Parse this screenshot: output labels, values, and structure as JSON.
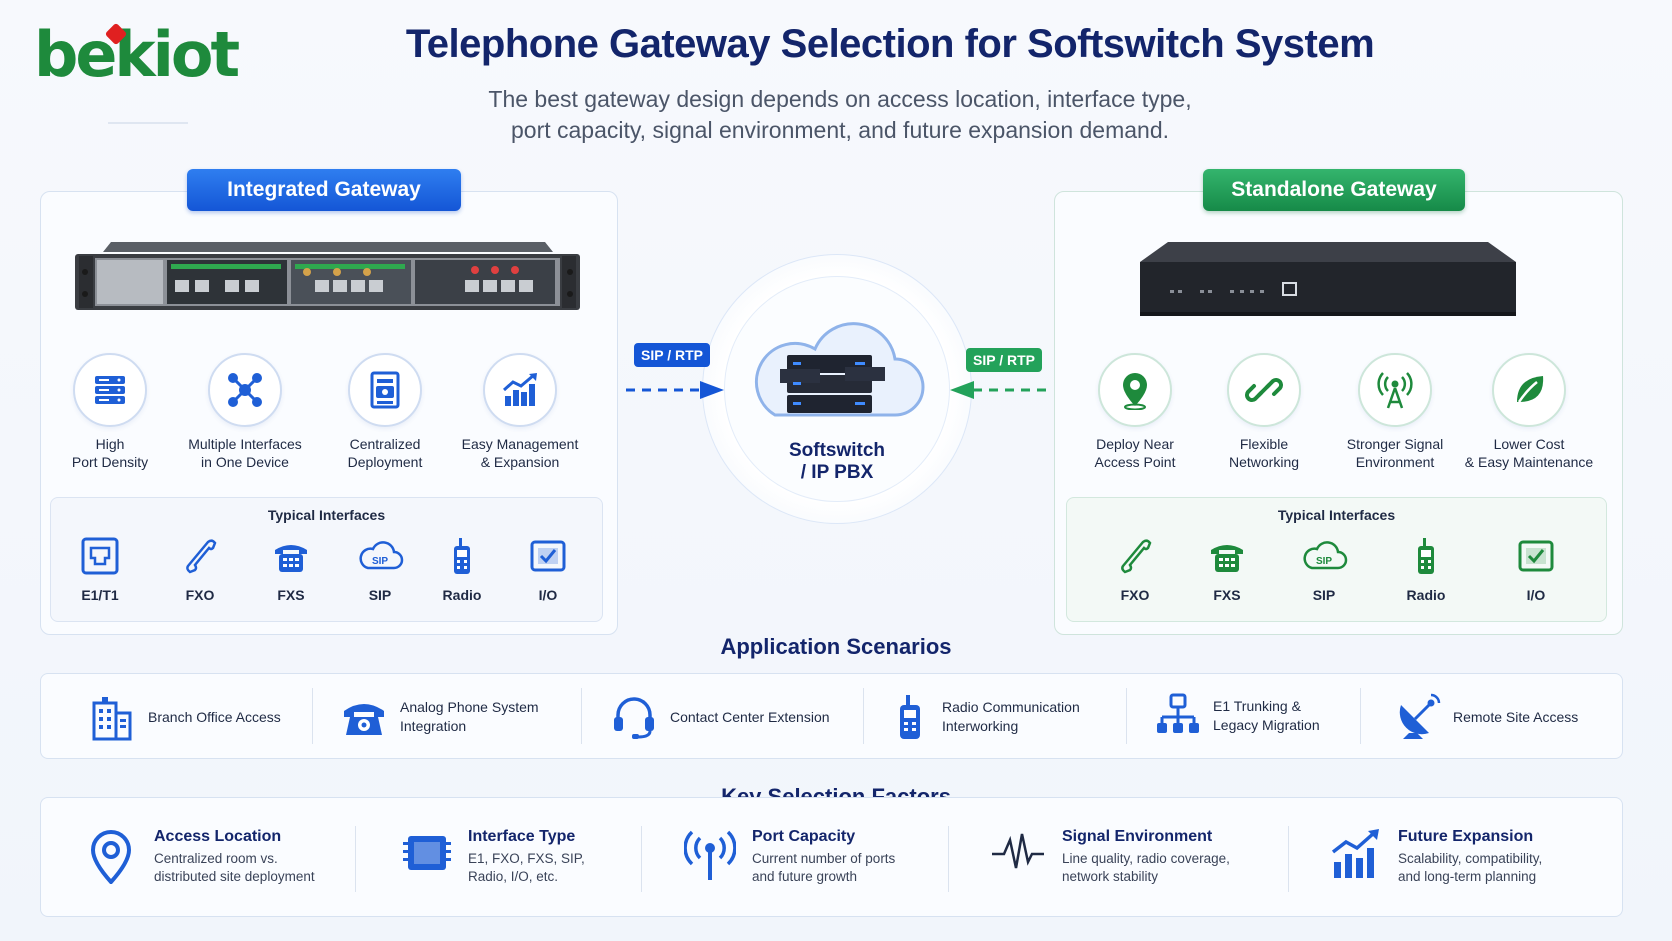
{
  "header": {
    "logo_text": "bekiot",
    "title": "Telephone Gateway Selection for Softswitch System",
    "subtitle_line1": "The best gateway design depends on access location, interface type,",
    "subtitle_line2": "port capacity, signal environment, and future expansion demand."
  },
  "integrated": {
    "title": "Integrated Gateway",
    "features": [
      {
        "l1": "High",
        "l2": "Port Density",
        "icon": "server-icon"
      },
      {
        "l1": "Multiple Interfaces",
        "l2": "in One Device",
        "icon": "network-nodes-icon"
      },
      {
        "l1": "Centralized",
        "l2": "Deployment",
        "icon": "rack-icon"
      },
      {
        "l1": "Easy Management",
        "l2": "& Expansion",
        "icon": "growth-chart-icon"
      }
    ],
    "typical_title": "Typical Interfaces",
    "interfaces": [
      "E1/T1",
      "FXO",
      "FXS",
      "SIP",
      "Radio",
      "I/O"
    ]
  },
  "standalone": {
    "title": "Standalone Gateway",
    "features": [
      {
        "l1": "Deploy Near",
        "l2": "Access Point",
        "icon": "location-pin-icon"
      },
      {
        "l1": "Flexible",
        "l2": "Networking",
        "icon": "link-icon"
      },
      {
        "l1": "Stronger Signal",
        "l2": "Environment",
        "icon": "antenna-icon"
      },
      {
        "l1": "Lower Cost",
        "l2": "& Easy Maintenance",
        "icon": "leaf-icon"
      }
    ],
    "typical_title": "Typical Interfaces",
    "interfaces": [
      "FXO",
      "FXS",
      "SIP",
      "Radio",
      "I/O"
    ]
  },
  "center": {
    "label_line1": "Softswitch",
    "label_line2": "/ IP PBX",
    "sip_left": "SIP / RTP",
    "sip_right": "SIP / RTP",
    "sip_icon_text": "SIP"
  },
  "scenarios": {
    "title": "Application Scenarios",
    "items": [
      {
        "l1": "Branch Office Access",
        "l2": "",
        "icon": "building-icon"
      },
      {
        "l1": "Analog Phone System",
        "l2": "Integration",
        "icon": "phone-icon"
      },
      {
        "l1": "Contact Center Extension",
        "l2": "",
        "icon": "headset-icon"
      },
      {
        "l1": "Radio Communication",
        "l2": "Interworking",
        "icon": "radio-icon"
      },
      {
        "l1": "E1 Trunking &",
        "l2": "Legacy Migration",
        "icon": "hierarchy-icon"
      },
      {
        "l1": "Remote Site Access",
        "l2": "",
        "icon": "satellite-dish-icon"
      }
    ]
  },
  "factors": {
    "title": "Key Selection Factors",
    "items": [
      {
        "t": "Access Location",
        "d1": "Centralized room vs.",
        "d2": "distributed site deployment",
        "icon": "location-pin-icon"
      },
      {
        "t": "Interface Type",
        "d1": "E1, FXO, FXS, SIP,",
        "d2": "Radio, I/O, etc.",
        "icon": "chip-icon"
      },
      {
        "t": "Port Capacity",
        "d1": "Current number of ports",
        "d2": "and future growth",
        "icon": "antenna-icon"
      },
      {
        "t": "Signal Environment",
        "d1": "Line quality, radio coverage,",
        "d2": "network stability",
        "icon": "waveform-icon"
      },
      {
        "t": "Future Expansion",
        "d1": "Scalability, compatibility,",
        "d2": "and long-term planning",
        "icon": "growth-chart-icon"
      }
    ]
  },
  "colors": {
    "navy": "#13256b",
    "blue": "#1456d6",
    "green": "#1e8a3c",
    "logo_red": "#e02020"
  }
}
